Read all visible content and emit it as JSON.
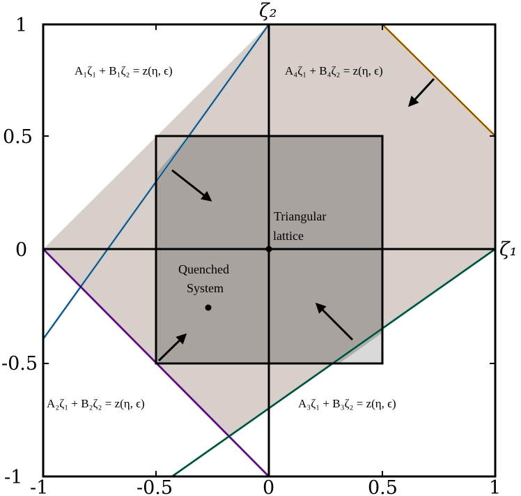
{
  "axes": {
    "x_name": "ζ₁",
    "y_name": "ζ₂",
    "x_ticks": [
      "-1",
      "-0.5",
      "0",
      "0.5",
      "1"
    ],
    "y_ticks": [
      "1",
      "0.5",
      "0",
      "-0.5",
      "-1"
    ]
  },
  "labels": {
    "triangular_line1": "Triangular",
    "triangular_line2": "lattice",
    "quenched_line1": "Quenched",
    "quenched_line2": "System"
  },
  "equations": {
    "eq1": "A₁ζ₁ + B₁ζ₂ = z(η, ϵ)",
    "eq2": "A₂ζ₁ + B₂ζ₂ = z(η, ϵ)",
    "eq3": "A₃ζ₁ + B₃ζ₂ = z(η, ϵ)",
    "eq4": "A₄ζ₁ + B₄ζ₂ = z(η, ϵ)"
  },
  "colors": {
    "region_fill": "#d8cfca",
    "inner_square_fill": "#d9d9d9",
    "overlap_fill": "#a9a5a2",
    "line1": "#4aa3dc",
    "line2": "#8e1fc0",
    "line3": "#16876e",
    "line4": "#e69a13"
  }
}
